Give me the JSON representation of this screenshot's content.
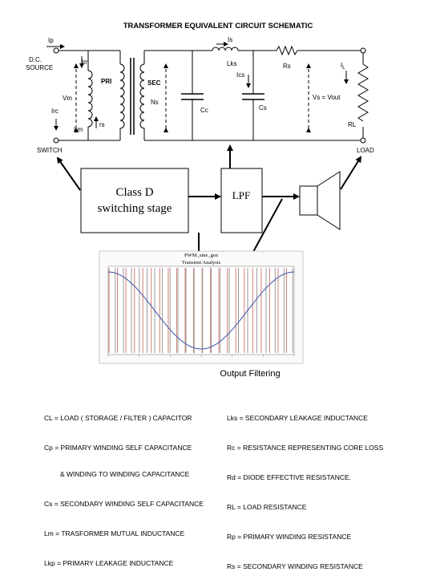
{
  "title": "TRANSFORMER EQUIVALENT CIRCUIT SCHEMATIC",
  "schematic": {
    "ip": "Ip",
    "dc_source_1": "D.C.",
    "dc_source_2": "SOURCE",
    "im": "Im",
    "vm": "Vm",
    "pri": "PRI",
    "sec": "SEC",
    "lm": "Lm",
    "rs_small": "rs",
    "irc": "Irc",
    "ns": "Ns",
    "cc": "Cc",
    "is": "Is",
    "lks": "Lks",
    "rs": "Rs",
    "ics": "Ics",
    "cs": "Cs",
    "vs": "Vs = Vout",
    "il": "I",
    "il_sub": "L",
    "rl": "RL",
    "switch": "SWITCH",
    "load": "LOAD"
  },
  "blocks": {
    "class_d_1": "Class D",
    "class_d_2": "switching stage",
    "lpf": "LPF"
  },
  "waveform": {
    "title_1": "PWM_sine_gen",
    "title_2": "Transient Analysis",
    "caption": "Output Filtering"
  },
  "legend_left": [
    "CL = LOAD ( STORAGE / FILTER ) CAPACITOR",
    "Cp = PRIMARY WINDING SELF CAPACITANCE",
    "& WINDING TO WINDING CAPACITANCE",
    "Cs = SECONDARY WINDING SELF CAPACITANCE",
    "Lm = TRASFORMER MUTUAL INDUCTANCE",
    "Lkp = PRIMARY LEAKAGE INDUCTANCE"
  ],
  "legend_right": [
    "Lks = SECONDARY LEAKAGE INDUCTANCE",
    "Rc = RESISTANCE REPRESENTING CORE LOSS",
    "Rd = DIODE EFFECTIVE RESISTANCE.",
    "RL = LOAD RESISTANCE",
    "Rp = PRIMARY WINDING RESISTANCE",
    "Rs = SECONDARY WINDING RESISTANCE"
  ],
  "colors": {
    "sine": "#4a5fb0",
    "pwm_red": "#d08070",
    "pwm_gray": "#9a9a9a",
    "line": "#000000"
  }
}
